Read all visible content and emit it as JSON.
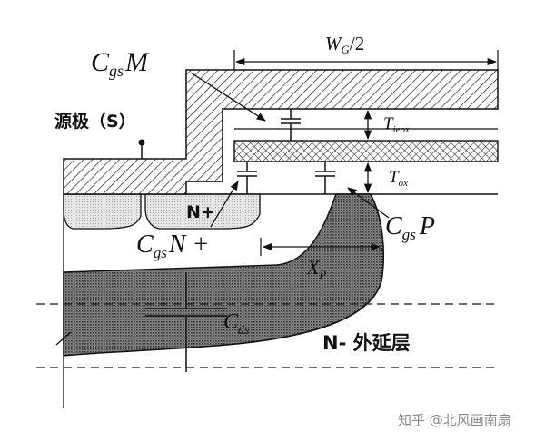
{
  "labels": {
    "cgsm_main": "C",
    "cgsm_sub": "gs",
    "cgsm_tail": "M",
    "wg_main": "W",
    "wg_sub": "G",
    "wg_tail": "/2",
    "source": "源极（S）",
    "tieox_main": "T",
    "tieox_sub": "ieox",
    "tox_main": "T",
    "tox_sub": "ox",
    "nplus": "N+",
    "cgsn_main": "C",
    "cgsn_sub": "gs",
    "cgsn_tail": "N +",
    "cgsp_main": "C",
    "cgsp_sub": "gs",
    "cgsp_tail": "P",
    "xp_main": "X",
    "xp_sub": "P",
    "cds_main": "C",
    "cds_sub": "ds",
    "epi": "N- 外延层"
  },
  "watermark": {
    "text": "知乎 @北风画南扇"
  },
  "colors": {
    "line": "#111111",
    "hatch": "#111111",
    "nplus_fill": "#e0e0e0",
    "pbody_fill": "#6a6a6a"
  }
}
